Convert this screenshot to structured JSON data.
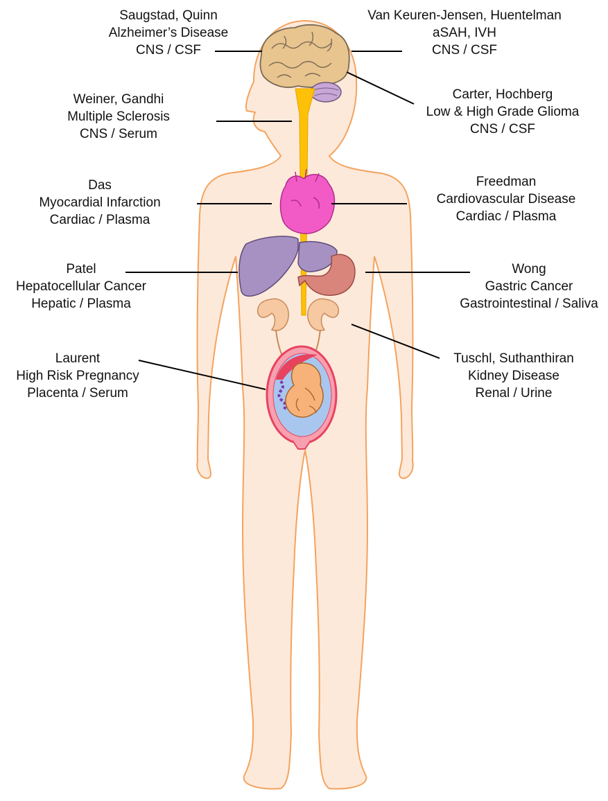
{
  "colors": {
    "body_fill": "#fde9da",
    "body_outline": "#f3a35e",
    "brain": "#e8c48f",
    "cerebellum": "#c9a6d8",
    "spinal_cord": "#ffc107",
    "heart": "#f25bc6",
    "liver": "#a691c2",
    "stomach": "#d9857c",
    "kidney": "#f6c9a2",
    "uterus": "#e8425e",
    "fetus": "#f7b27a",
    "amniotic": "#a9c7ee",
    "leader_line": "#000000"
  },
  "annotations": [
    {
      "id": "alzheimers",
      "lines": [
        "Saugstad, Quinn",
        "Alzheimer’s Disease",
        "CNS / CSF"
      ]
    },
    {
      "id": "asah",
      "lines": [
        "Van Keuren-Jensen, Huentelman",
        "aSAH, IVH",
        "CNS / CSF"
      ]
    },
    {
      "id": "ms",
      "lines": [
        "Weiner, Gandhi",
        "Multiple Sclerosis",
        "CNS / Serum"
      ]
    },
    {
      "id": "glioma",
      "lines": [
        "Carter, Hochberg",
        "Low & High Grade Glioma",
        "CNS / CSF"
      ]
    },
    {
      "id": "mi",
      "lines": [
        "Das",
        "Myocardial Infarction",
        "Cardiac / Plasma"
      ]
    },
    {
      "id": "cvd",
      "lines": [
        "Freedman",
        "Cardiovascular Disease",
        "Cardiac / Plasma"
      ]
    },
    {
      "id": "hcc",
      "lines": [
        "Patel",
        "Hepatocellular Cancer",
        "Hepatic / Plasma"
      ]
    },
    {
      "id": "gastric",
      "lines": [
        "Wong",
        "Gastric Cancer",
        "Gastrointestinal / Saliva"
      ]
    },
    {
      "id": "pregnancy",
      "lines": [
        "Laurent",
        "High Risk Pregnancy",
        "Placenta / Serum"
      ]
    },
    {
      "id": "kidney",
      "lines": [
        "Tuschl, Suthanthiran",
        "Kidney Disease",
        "Renal / Urine"
      ]
    }
  ]
}
